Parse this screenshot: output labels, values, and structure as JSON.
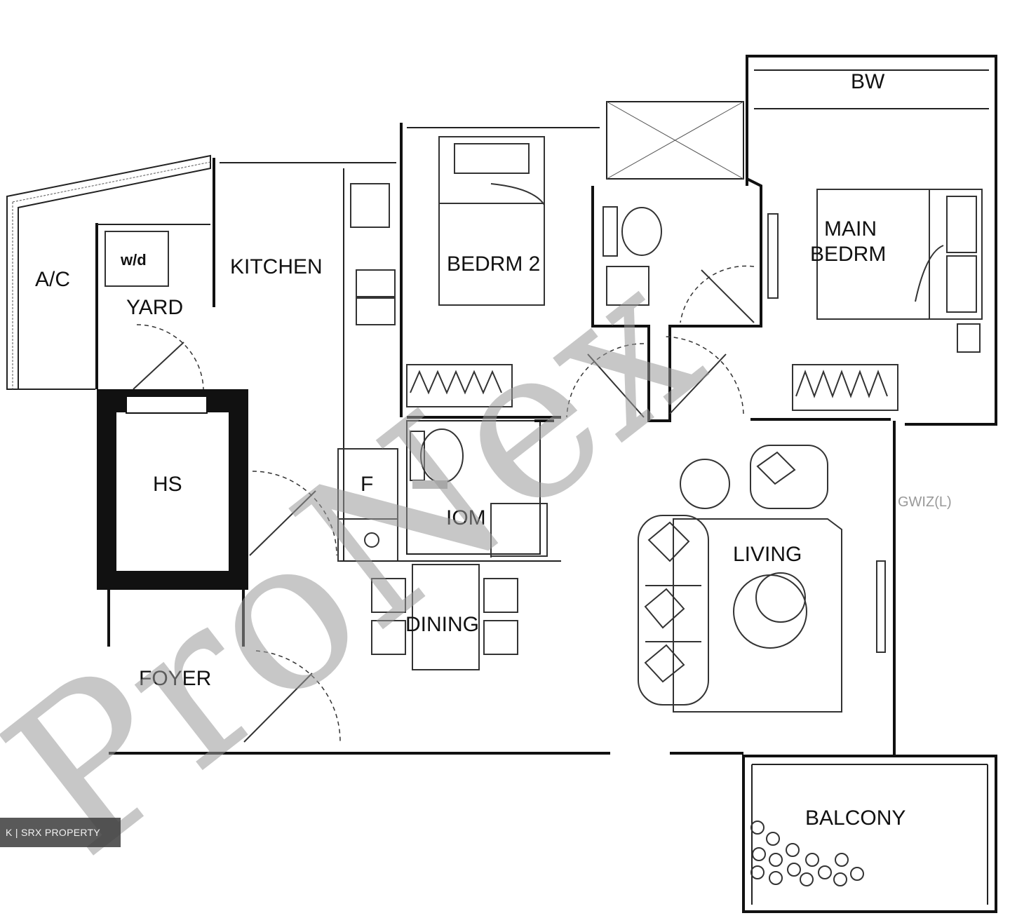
{
  "rooms": {
    "ac": "A/C",
    "wd": "w/d",
    "yard": "YARD",
    "kitchen": "KITCHEN",
    "bedroom2": "BEDRM 2",
    "main_bedroom_line1": "MAIN",
    "main_bedroom_line2": "BEDRM",
    "bw": "BW",
    "hs": "HS",
    "fridge": "F",
    "wc": "IOM",
    "living": "LIVING",
    "dining": "DINING",
    "foyer": "FOYER",
    "balcony": "BALCONY",
    "faded_tag": "GWIZ(L)"
  },
  "watermark": "ProNex",
  "caption": "K | SRX PROPERTY",
  "colors": {
    "wall": "#111111",
    "watermark": "#9a9a9a",
    "caption_bg": "#3c3c3c"
  }
}
